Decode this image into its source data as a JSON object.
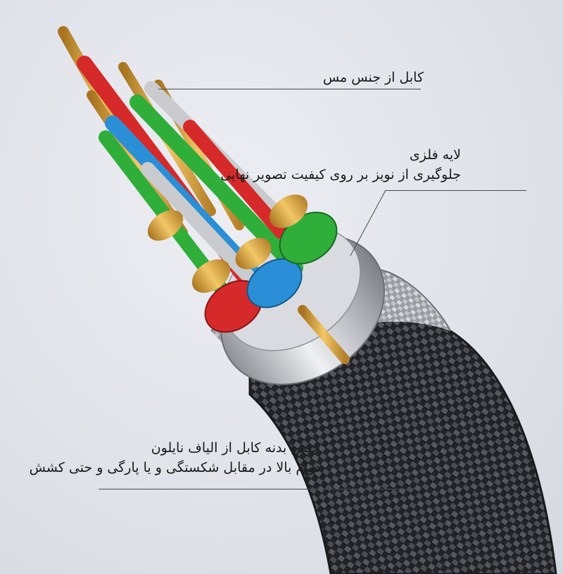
{
  "callouts": {
    "copper": {
      "text": "کابل از جنس مس"
    },
    "shield": {
      "title": "لایه فلزی",
      "subtitle": "جلوگیری از نویز بر روی کیفیت تصویر نهایی"
    },
    "jacket": {
      "title": "جنس بدنه کابل از الیاف نایلون",
      "subtitle": "دوام بالا در مقابل شکستگی و یا پارگی و حتی کشش"
    }
  },
  "colors": {
    "copper": "#d9a441",
    "red": "#d62a2a",
    "green": "#2fae3a",
    "blue": "#2a8fd6",
    "silver": "#c7c9cd",
    "braid": "#2b2c30"
  },
  "icons": {
    "cable": "braided-cable-illustration"
  }
}
